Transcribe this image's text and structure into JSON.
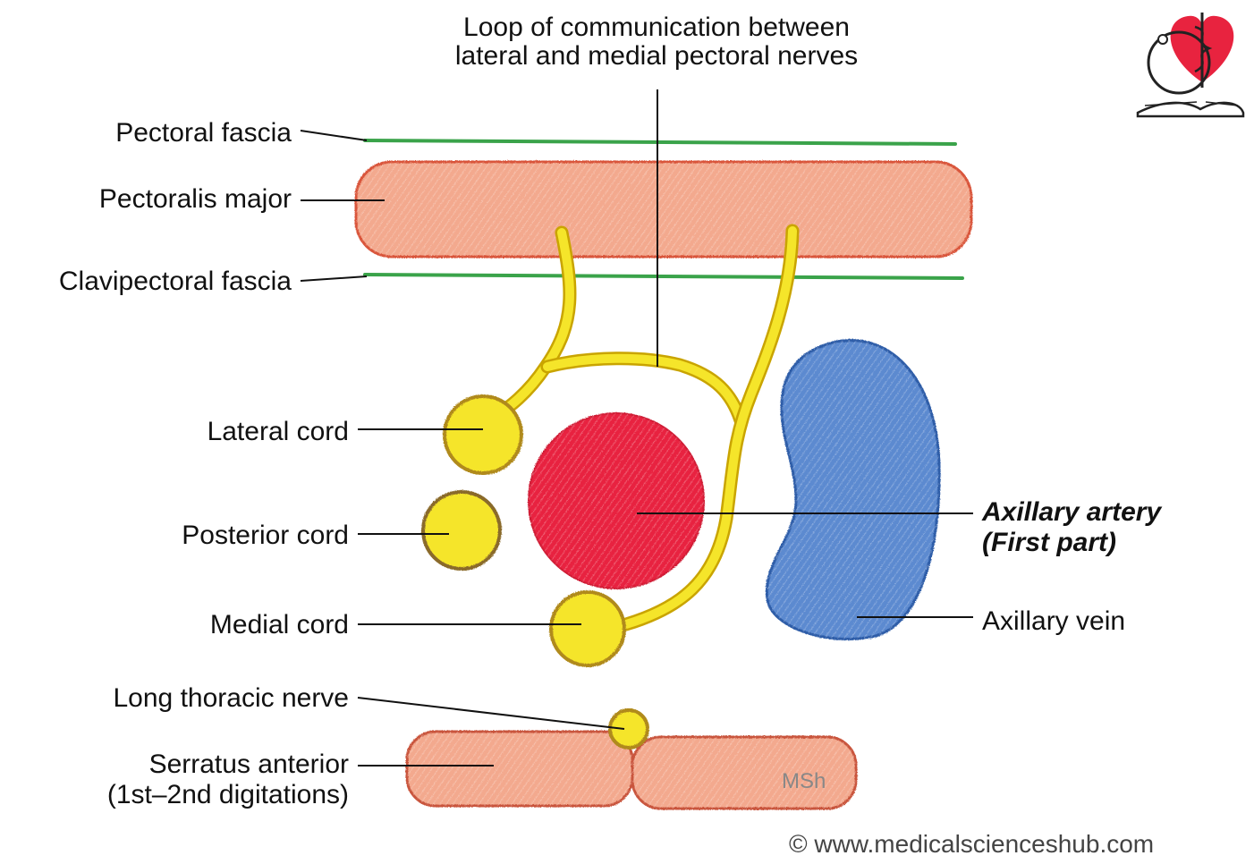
{
  "labels": {
    "loop_line1": "Loop of communication between",
    "loop_line2": "lateral and medial pectoral nerves",
    "pectoral_fascia": "Pectoral fascia",
    "pectoralis_major": "Pectoralis major",
    "clavipectoral_fascia": "Clavipectoral fascia",
    "lateral_cord": "Lateral cord",
    "posterior_cord": "Posterior cord",
    "medial_cord": "Medial cord",
    "long_thoracic_nerve": "Long thoracic nerve",
    "serratus_line1": "Serratus anterior",
    "serratus_line2": "(1st–2nd digitations)",
    "axillary_artery_line1": "Axillary artery",
    "axillary_artery_line2": "(First part)",
    "axillary_vein": "Axillary vein"
  },
  "artist_mark": "MSh",
  "copyright": "© www.medicalscienceshub.com",
  "logo_icon": "heart-caduceus-book-logo",
  "colors": {
    "muscle_fill": "#f3a98e",
    "muscle_edge": "#d9553a",
    "fascia": "#3aa34a",
    "nerve": "#f5e52a",
    "nerve_edge": "#c9a400",
    "artery": "#e8233f",
    "vein": "#4a7cc4",
    "vein_edge": "#2f5da8",
    "leader": "#111111"
  }
}
